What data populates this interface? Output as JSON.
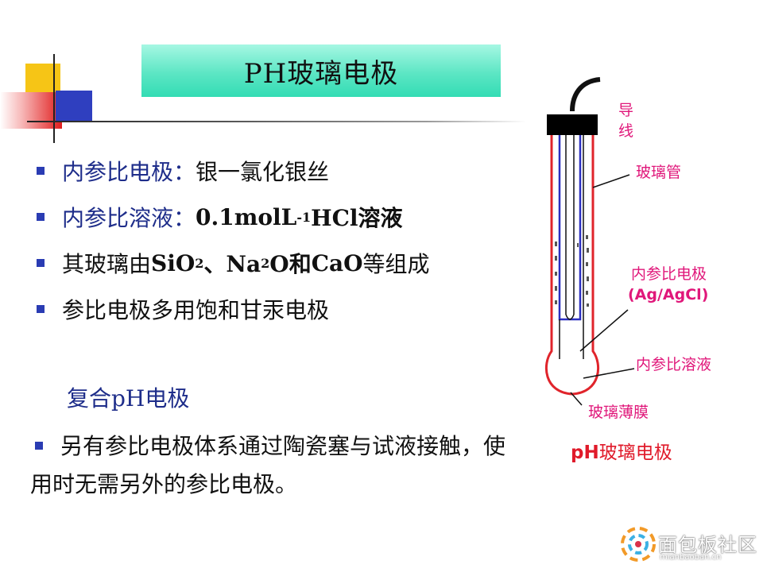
{
  "title": "PH玻璃电极",
  "bullets": [
    {
      "label": "内参比电极：",
      "value": "银一氯化银丝"
    },
    {
      "label": "内参比溶液：",
      "value_prefix": "0.1molL",
      "value_sup": "-1",
      "value_suffix": "HCl溶液"
    },
    {
      "text_a": "其玻璃由",
      "text_b": "SiO",
      "sub_b": "2",
      "text_c": "、Na",
      "sub_c": "2",
      "text_d": "O和",
      "text_e": "CaO",
      "text_f": "等组成"
    },
    {
      "text": "参比电极多用饱和甘汞电极"
    }
  ],
  "subheading": "复合pH电极",
  "paragraph": "另有参比电极体系通过陶瓷塞与试液接触，使用时无需另外的参比电极。",
  "diagram": {
    "labels": {
      "wire_1": "导",
      "wire_2": "线",
      "glass_tube": "玻璃管",
      "inner_ref_electrode": "内参比电极",
      "ag_agcl": "(Ag/AgCl)",
      "inner_ref_solution": "内参比溶液",
      "glass_membrane": "玻璃薄膜",
      "caption_ph": "pH",
      "caption_rest": "玻璃电极"
    },
    "colors": {
      "tube": "#e0242b",
      "inner": "#2b2fc0",
      "label": "#e0177a"
    }
  },
  "watermark": {
    "text": "面包板社区",
    "sub": "mianbaoban.cn"
  },
  "colors": {
    "title_bg": "#5ce6c4",
    "bullet": "#2a3cb3",
    "navy_text": "#1e2d8a"
  }
}
